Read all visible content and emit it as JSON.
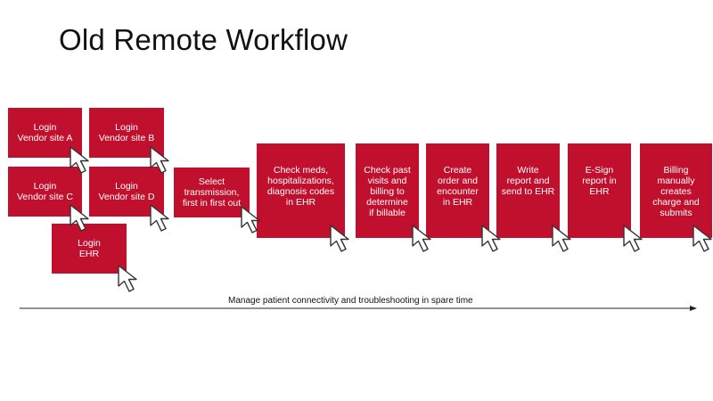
{
  "title": "Old Remote Workflow",
  "steps": [
    {
      "label": "Login\nVendor site A"
    },
    {
      "label": "Login\nVendor site B"
    },
    {
      "label": "Login\nVendor site C"
    },
    {
      "label": "Login\nVendor site D"
    },
    {
      "label": "Login\nEHR"
    },
    {
      "label": "Select\ntransmission,\nfirst in first out"
    },
    {
      "label": "Check meds,\nhospitalizations,\ndiagnosis codes\nin EHR"
    },
    {
      "label": "Check past\nvisits and\nbilling to\ndetermine\nif billable"
    },
    {
      "label": "Create\norder and\nencounter\nin EHR"
    },
    {
      "label": "Write\nreport and\nsend to EHR"
    },
    {
      "label": "E-Sign\nreport in\nEHR"
    },
    {
      "label": "Billing\nmanually\ncreates\ncharge and\nsubmits"
    }
  ],
  "timeline": {
    "caption": "Manage patient connectivity and troubleshooting in spare time"
  },
  "colors": {
    "box": "#c0102e",
    "text": "#ffffff",
    "cursor_fill": "#ffffff",
    "cursor_stroke": "#333333"
  },
  "icons": {
    "cursor": "mouse-pointer-icon"
  }
}
